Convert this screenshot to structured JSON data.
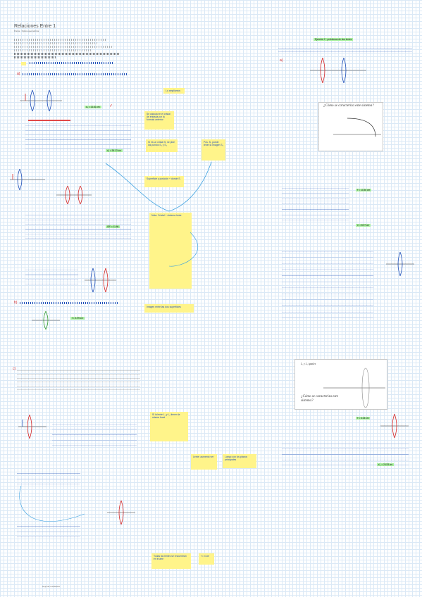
{
  "header": {
    "title": "Relaciones Entre 1",
    "subtitle": "Física · Óptica geométrica"
  },
  "left_notes": {
    "q1_label": "a)",
    "q2_label": "b)",
    "q3_label": "c)",
    "result1": "d₁ = 14.81 cm",
    "result2": "d₂ = 36.12 cm",
    "result3": "ISF = 11.66",
    "result4": "f = 3.99 cm"
  },
  "yellow_notes": {
    "a": "Lo ampliamos",
    "b": "Se calcula en el cristal de entrada por la fórmula anterior",
    "c": "Si es un cristal S, se pide los puntos S₁ y S₂",
    "d": "Pos. S₁ puede tener la imagen S₂",
    "e": "Superficie y posición + donde S.",
    "f": "Nota: Cristal + sistema lente",
    "g": "Imagen entre las dos superficies",
    "h": "Si la lente L₁ y L₂ tienen la misma focal",
    "i": "Lente: aumento ver",
    "j": "Luego con los planos principales",
    "k": "Todas las lentes se encuentran en el aire",
    "l": "f = 4 cm"
  },
  "right_notes": {
    "header": "Ejercicio 2 · problemas de dos lentes",
    "q_label": "a)",
    "image1_caption": "¿Cómo se caracteriza este sistema?",
    "image2_caption": "¿Cómo se caracteriza este sistema?",
    "image2_top": "L₁ y L₂ iguales",
    "res_a": "f' = 10.36 cm",
    "res_b": "s' = 8.97 cm",
    "res_c": "f' = 3.03 cm",
    "res_d": "s'₂ = 24.53 cm"
  },
  "footer": {
    "page_label": "Hoja de resultados"
  },
  "colors": {
    "grid": "#dbe9f6",
    "highlight_yellow": "#fff48a",
    "highlight_green": "#a9f0a0",
    "ink_blue": "#1f4fb8",
    "ink_red": "#d62828"
  }
}
